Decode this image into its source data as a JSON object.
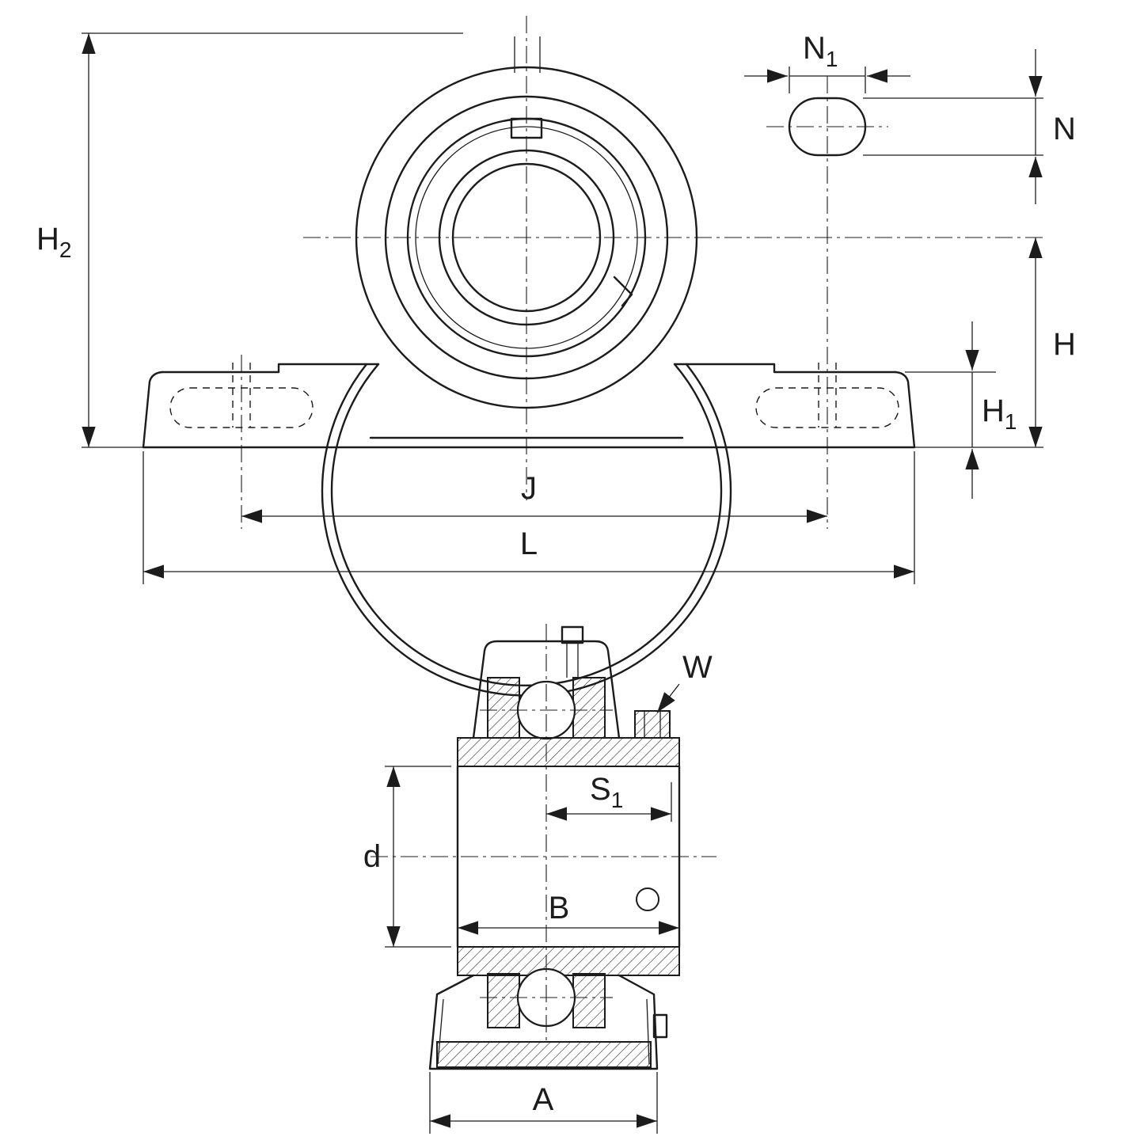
{
  "drawing": {
    "type": "technical-dimension-drawing",
    "subject": "pillow-block-bearing-unit",
    "views": {
      "front": "front-view",
      "side": "side-section-view"
    },
    "labels": {
      "H2": {
        "main": "H",
        "sub": "2"
      },
      "N1": {
        "main": "N",
        "sub": "1"
      },
      "N": {
        "main": "N",
        "sub": ""
      },
      "H": {
        "main": "H",
        "sub": ""
      },
      "H1": {
        "main": "H",
        "sub": "1"
      },
      "J": {
        "main": "J",
        "sub": ""
      },
      "L": {
        "main": "L",
        "sub": ""
      },
      "W": {
        "main": "W",
        "sub": ""
      },
      "S1": {
        "main": "S",
        "sub": "1"
      },
      "d": {
        "main": "d",
        "sub": ""
      },
      "B": {
        "main": "B",
        "sub": ""
      },
      "A": {
        "main": "A",
        "sub": ""
      }
    },
    "colors": {
      "line": "#1c1c1c",
      "background": "#ffffff"
    }
  }
}
